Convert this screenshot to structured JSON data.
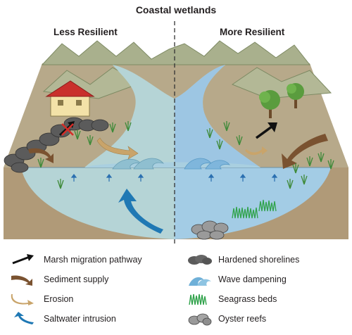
{
  "title": "Coastal wetlands",
  "sides": {
    "left": "Less Resilient",
    "right": "More Resilient"
  },
  "legend": [
    {
      "label": "Marsh migration pathway",
      "icon": "black-arrow-icon"
    },
    {
      "label": "Sediment supply",
      "icon": "brown-curved-arrow-icon"
    },
    {
      "label": "Erosion",
      "icon": "tan-curved-arrow-icon"
    },
    {
      "label": "Saltwater intrusion",
      "icon": "blue-curved-arrow-icon"
    },
    {
      "label": "Hardened shorelines",
      "icon": "rock-icon"
    },
    {
      "label": "Wave dampening",
      "icon": "wave-icon"
    },
    {
      "label": "Seagrass beds",
      "icon": "seagrass-icon"
    },
    {
      "label": "Oyster reefs",
      "icon": "oyster-icon"
    }
  ],
  "colors": {
    "land": "#b7a98a",
    "land_dark": "#9c8d70",
    "hill": "#a9b08d",
    "hill_dark": "#7d8a63",
    "water_left": "#b5d4d6",
    "water_right": "#a8cde6",
    "marsh": "#4e9e46",
    "sediment": "#7a5230",
    "erosion": "#c9a46a",
    "saltwater": "#1f78b4",
    "rock": "#5b5b5b",
    "roof": "#c9302c",
    "house": "#f3e2a8"
  }
}
